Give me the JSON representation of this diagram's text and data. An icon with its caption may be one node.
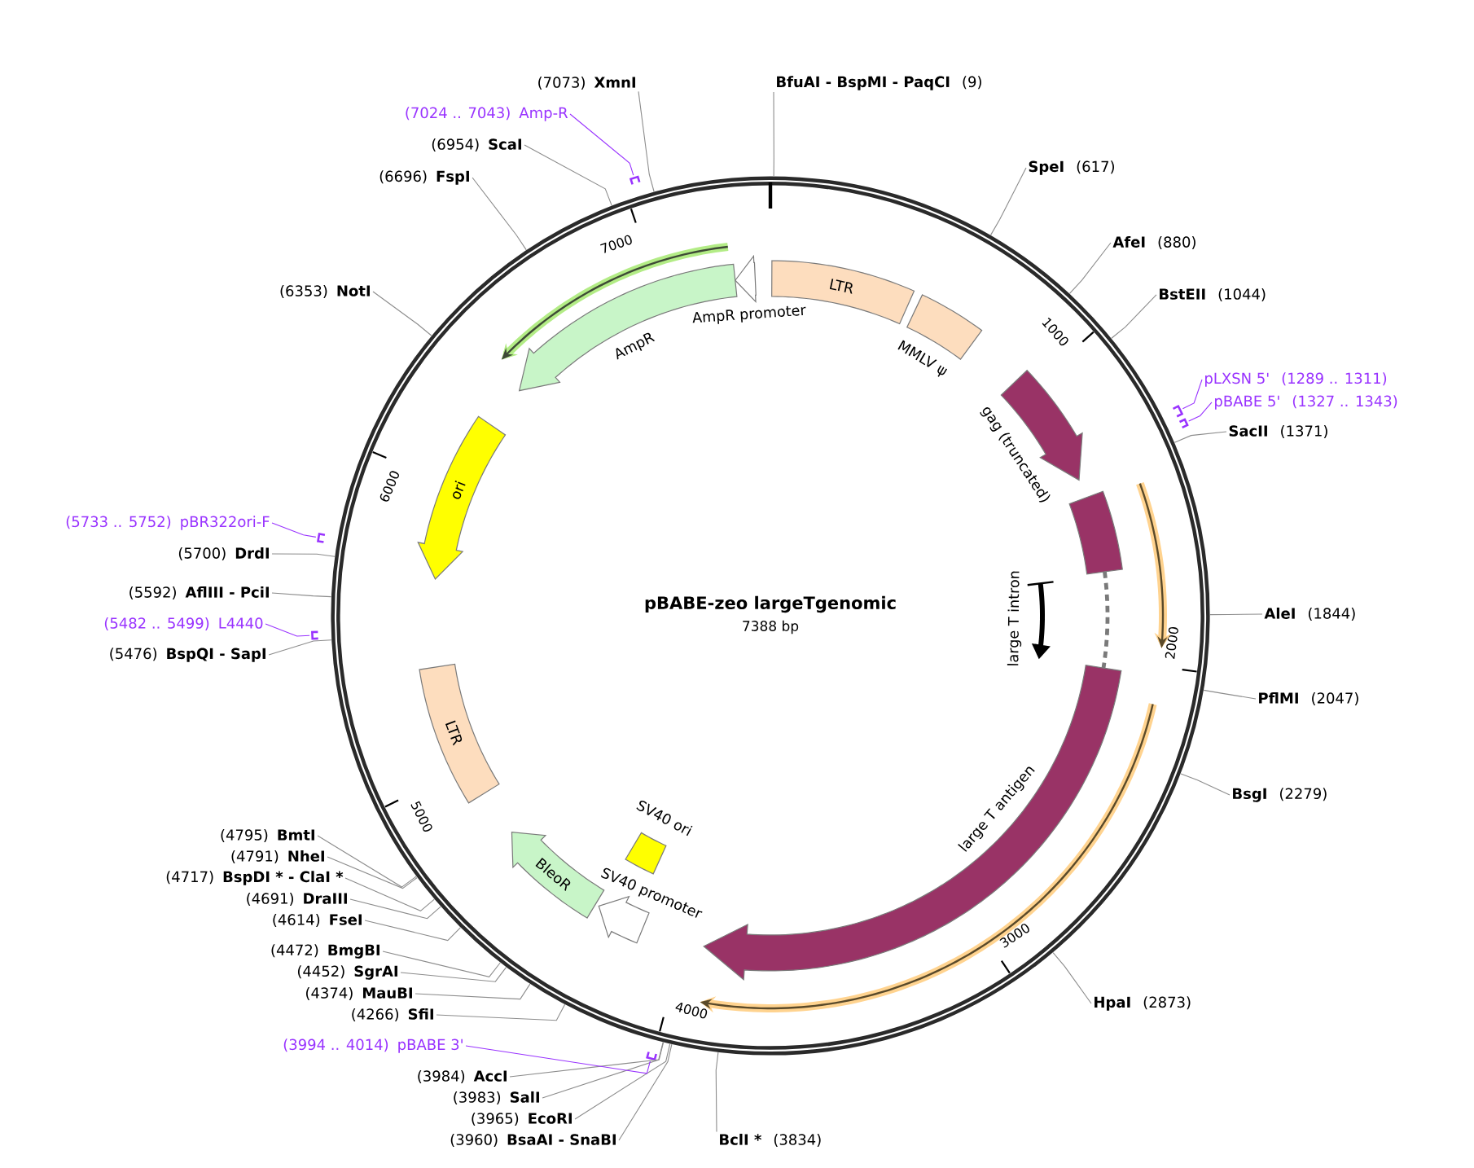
{
  "diagram": {
    "title": "pBABE-zeo largeTgenomic",
    "nodes": [
      {
        "text": [
          "BfuAI - BspMI - PaqCI",
          "(9)"
        ]
      },
      {
        "text": [
          "SpeI",
          "(617)"
        ]
      },
      {
        "text": [
          "AfeI",
          "(880)"
        ]
      },
      {
        "text": [
          "BstEII",
          "(1044)"
        ]
      },
      {
        "text": [
          "pLXSN 5'",
          "(1289 .. 1311)"
        ]
      },
      {
        "text": [
          "pBABE 5'",
          "(1327 .. 1343)"
        ]
      },
      {
        "text": [
          "SacII",
          "(1371)"
        ]
      },
      {
        "text": [
          "AleI",
          "(1844)"
        ]
      },
      {
        "text": [
          "PflMI",
          "(2047)"
        ]
      },
      {
        "text": [
          "BsgI",
          "(2279)"
        ]
      },
      {
        "text": [
          "HpaI",
          "(2873)"
        ]
      },
      {
        "text": [
          "BclI *",
          "(3834)"
        ]
      },
      {
        "text": [
          "(3960)",
          "BsaAI - SnaBI"
        ]
      },
      {
        "text": [
          "(3965)",
          "EcoRI"
        ]
      },
      {
        "text": [
          "(3983)",
          "SalI"
        ]
      },
      {
        "text": [
          "(3984)",
          "AccI"
        ]
      },
      {
        "text": [
          "(3994 .. 4014)",
          "pBABE 3'"
        ]
      },
      {
        "text": [
          "(4266)",
          "SfiI"
        ]
      },
      {
        "text": [
          "(4374)",
          "MauBI"
        ]
      },
      {
        "text": [
          "(4452)",
          "SgrAI"
        ]
      },
      {
        "text": [
          "(4472)",
          "BmgBI"
        ]
      },
      {
        "text": [
          "(4614)",
          "FseI"
        ]
      },
      {
        "text": [
          "(4691)",
          "DraIII"
        ]
      },
      {
        "text": [
          "(4717)",
          "BspDI * - ClaI *"
        ]
      },
      {
        "text": [
          "(4791)",
          "NheI"
        ]
      },
      {
        "text": [
          "(4795)",
          "BmtI"
        ]
      },
      {
        "text": [
          "(5476)",
          "BspQI - SapI"
        ]
      },
      {
        "text": [
          "(5482 .. 5499)",
          "L4440"
        ]
      },
      {
        "text": [
          "(5592)",
          "AflIII - PciI"
        ]
      },
      {
        "text": [
          "(5700)",
          "DrdI"
        ]
      },
      {
        "text": [
          "(5733 .. 5752)",
          "pBR322ori-F"
        ]
      },
      {
        "text": [
          "(6353)",
          "NotI"
        ]
      },
      {
        "text": [
          "(6696)",
          "FspI"
        ]
      },
      {
        "text": [
          "(6954)",
          "ScaI"
        ]
      },
      {
        "text": [
          "(7024 .. 7043)",
          "Amp-R"
        ]
      },
      {
        "text": [
          "(7073)",
          "XmnI"
        ]
      },
      {
        "text": [],
        "shape": "circle"
      },
      {
        "text": [
          "LTR"
        ],
        "in": 36
      },
      {
        "text": [
          "MMLV ψ"
        ],
        "in": 36
      },
      {
        "text": [
          "gag (truncated)"
        ],
        "in": 36
      },
      {
        "text": [
          "large T antigen"
        ],
        "in": 36
      },
      {
        "text": [
          "large T intron"
        ],
        "in": 36
      },
      {
        "text": [
          "SV40 ori"
        ],
        "in": 36
      },
      {
        "text": [
          "SV40 promoter"
        ],
        "in": 36
      },
      {
        "text": [
          "BleoR"
        ],
        "in": 36
      },
      {
        "text": [
          "LTR"
        ],
        "in": 36
      },
      {
        "text": [
          "ori"
        ],
        "in": 36
      },
      {
        "text": [
          "AmpR"
        ],
        "in": 36
      },
      {
        "text": [
          "AmpR promoter"
        ],
        "in": 36
      },
      {
        "text": [],
        "shape": "bar"
      },
      {
        "text": [],
        "shape": "bar"
      },
      {
        "text": [],
        "shape": "bar"
      },
      {
        "text": [],
        "shape": "bar"
      },
      {
        "text": [],
        "shape": "bar"
      },
      {
        "text": [],
        "shape": "bar"
      }
    ],
    "edges": [
      {
        "from": 0,
        "to": 36,
        "arrow": "none"
      },
      {
        "from": 1,
        "to": 36,
        "arrow": "none"
      },
      {
        "from": 2,
        "to": 36,
        "arrow": "none"
      },
      {
        "from": 3,
        "to": 36,
        "arrow": "none"
      },
      {
        "from": 4,
        "to": 49,
        "arrow": "none",
        "color": "#9933ff"
      },
      {
        "from": 5,
        "to": 50,
        "arrow": "none",
        "color": "#9933ff"
      },
      {
        "from": 6,
        "to": 36,
        "arrow": "none"
      },
      {
        "from": 7,
        "to": 36,
        "arrow": "none"
      },
      {
        "from": 8,
        "to": 36,
        "arrow": "none"
      },
      {
        "from": 9,
        "to": 36,
        "arrow": "none"
      },
      {
        "from": 10,
        "to": 36,
        "arrow": "none"
      },
      {
        "from": 11,
        "to": 36,
        "arrow": "none"
      },
      {
        "from": 12,
        "to": 36,
        "arrow": "none"
      },
      {
        "from": 13,
        "to": 36,
        "arrow": "none"
      },
      {
        "from": 14,
        "to": 36,
        "arrow": "none"
      },
      {
        "from": 15,
        "to": 36,
        "arrow": "none"
      },
      {
        "from": 16,
        "to": 51,
        "arrow": "none",
        "color": "#9933ff"
      },
      {
        "from": 17,
        "to": 36,
        "arrow": "none"
      },
      {
        "from": 18,
        "to": 36,
        "arrow": "none"
      },
      {
        "from": 19,
        "to": 36,
        "arrow": "none"
      },
      {
        "from": 20,
        "to": 36,
        "arrow": "none"
      },
      {
        "from": 21,
        "to": 36,
        "arrow": "none"
      },
      {
        "from": 22,
        "to": 36,
        "arrow": "none"
      },
      {
        "from": 23,
        "to": 36,
        "arrow": "none"
      },
      {
        "from": 24,
        "to": 36,
        "arrow": "none"
      },
      {
        "from": 25,
        "to": 36,
        "arrow": "none"
      },
      {
        "from": 26,
        "to": 36,
        "arrow": "none"
      },
      {
        "from": 27,
        "to": 52,
        "arrow": "none",
        "color": "#9933ff"
      },
      {
        "from": 28,
        "to": 36,
        "arrow": "none"
      },
      {
        "from": 29,
        "to": 36,
        "arrow": "none"
      },
      {
        "from": 30,
        "to": 53,
        "arrow": "none",
        "color": "#9933ff"
      },
      {
        "from": 31,
        "to": 36,
        "arrow": "none"
      },
      {
        "from": 32,
        "to": 36,
        "arrow": "none"
      },
      {
        "from": 33,
        "to": 36,
        "arrow": "none"
      },
      {
        "from": 34,
        "to": 54,
        "arrow": "none",
        "color": "#9933ff"
      },
      {
        "from": 35,
        "to": 36,
        "arrow": "none"
      }
    ],
    "labels": [
      "7388 bp",
      "1000",
      "2000",
      "3000",
      "4000",
      "5000",
      "6000",
      "7000"
    ]
  }
}
